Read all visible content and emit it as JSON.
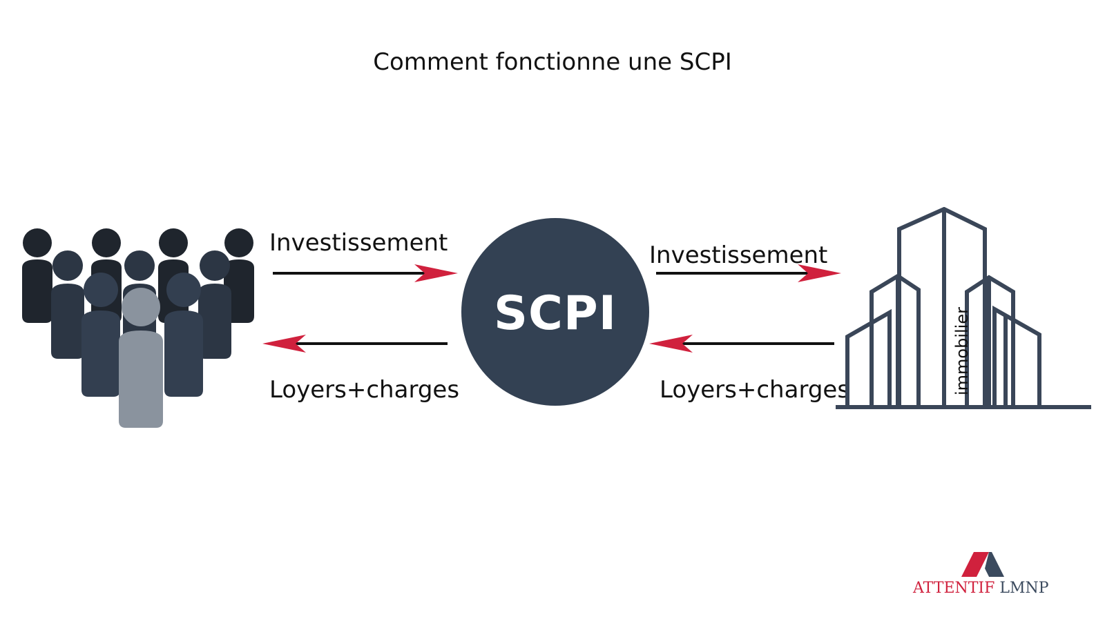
{
  "title": "Comment fonctionne une SCPI",
  "center": {
    "label": "SCPI",
    "color": "#334153"
  },
  "flows": {
    "left_top_label": "Investissement",
    "left_bottom_label": "Loyers+charges",
    "right_top_label": "Investissement",
    "right_bottom_label": "Loyers+charges"
  },
  "building": {
    "label": "immobilier"
  },
  "logo": {
    "word1": "ATTENTIF",
    "word2": "LMNP"
  },
  "colors": {
    "arrow_head": "#d0213d",
    "arrow_line": "#111111",
    "dark": "#334153",
    "people_front": "#8a939e"
  },
  "icons": {
    "investors": "group-of-people-icon",
    "property": "buildings-icon"
  }
}
